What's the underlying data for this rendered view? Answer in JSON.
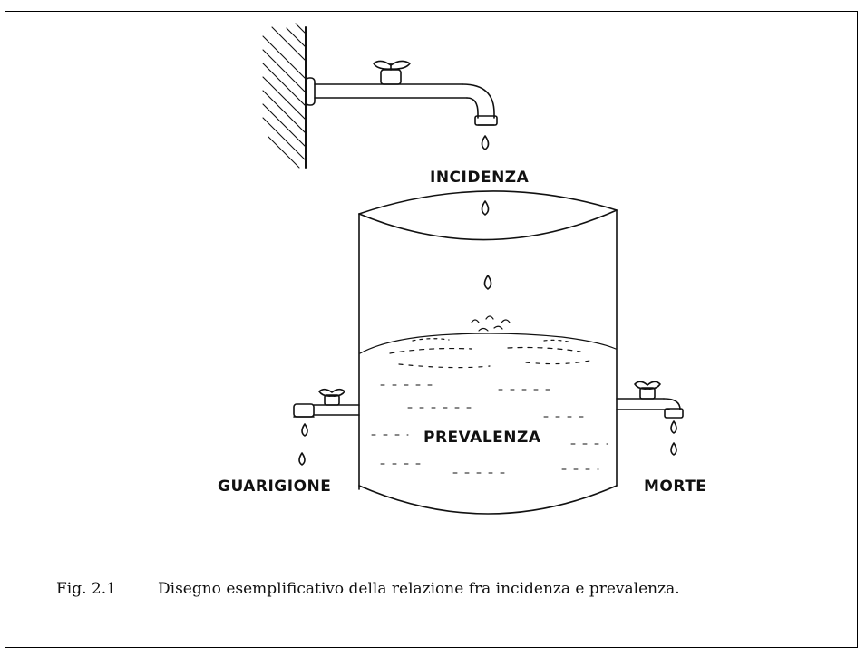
{
  "labels": {
    "top": "INCIDENZA",
    "center": "PREVALENZA",
    "left": "GUARIGIONE",
    "right": "MORTE"
  },
  "caption": {
    "number": "Fig. 2.1",
    "text": "Disegno esemplificativo della relazione fra incidenza e prevalenza."
  }
}
